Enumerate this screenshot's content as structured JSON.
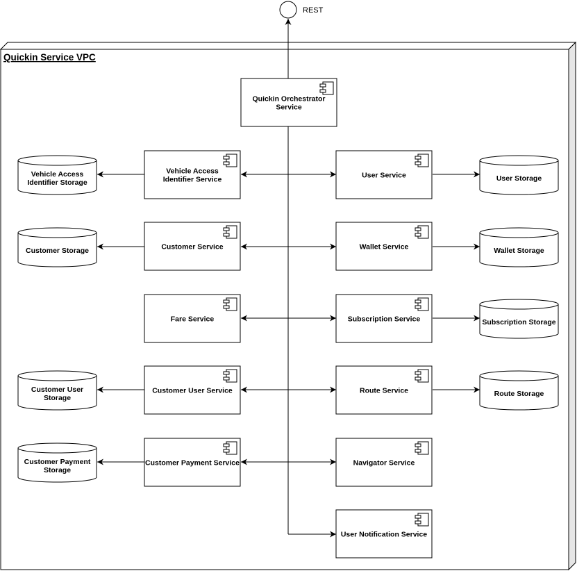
{
  "diagram": {
    "title": "Quickin Service VPC",
    "interface_label": "REST",
    "services": {
      "orchestrator": [
        "Quickin Orchestrator",
        "Service"
      ],
      "vehicle_access": [
        "Vehicle Access",
        "Identifier Service"
      ],
      "user": [
        "User Service"
      ],
      "customer": [
        "Customer Service"
      ],
      "wallet": [
        "Wallet Service"
      ],
      "fare": [
        "Fare Service"
      ],
      "subscription": [
        "Subscription Service"
      ],
      "customer_user": [
        "Customer User Service"
      ],
      "route": [
        "Route Service"
      ],
      "customer_payment": [
        "Customer Payment Service"
      ],
      "navigator": [
        "Navigator Service"
      ],
      "user_notification": [
        "User Notification Service"
      ]
    },
    "storages": {
      "vehicle_access": [
        "Vehicle Access",
        "Identifier Storage"
      ],
      "user": [
        "User Storage"
      ],
      "customer": [
        "Customer Storage"
      ],
      "wallet": [
        "Wallet Storage"
      ],
      "subscription": [
        "Subscription Storage"
      ],
      "customer_user": [
        "Customer User",
        "Storage"
      ],
      "route": [
        "Route Storage"
      ],
      "customer_payment": [
        "Customer Payment",
        "Storage"
      ]
    },
    "colors": {
      "stroke": "#000000",
      "fill": "#ffffff",
      "frame_side": "#e6e6e6"
    },
    "icon": "component-icon"
  }
}
